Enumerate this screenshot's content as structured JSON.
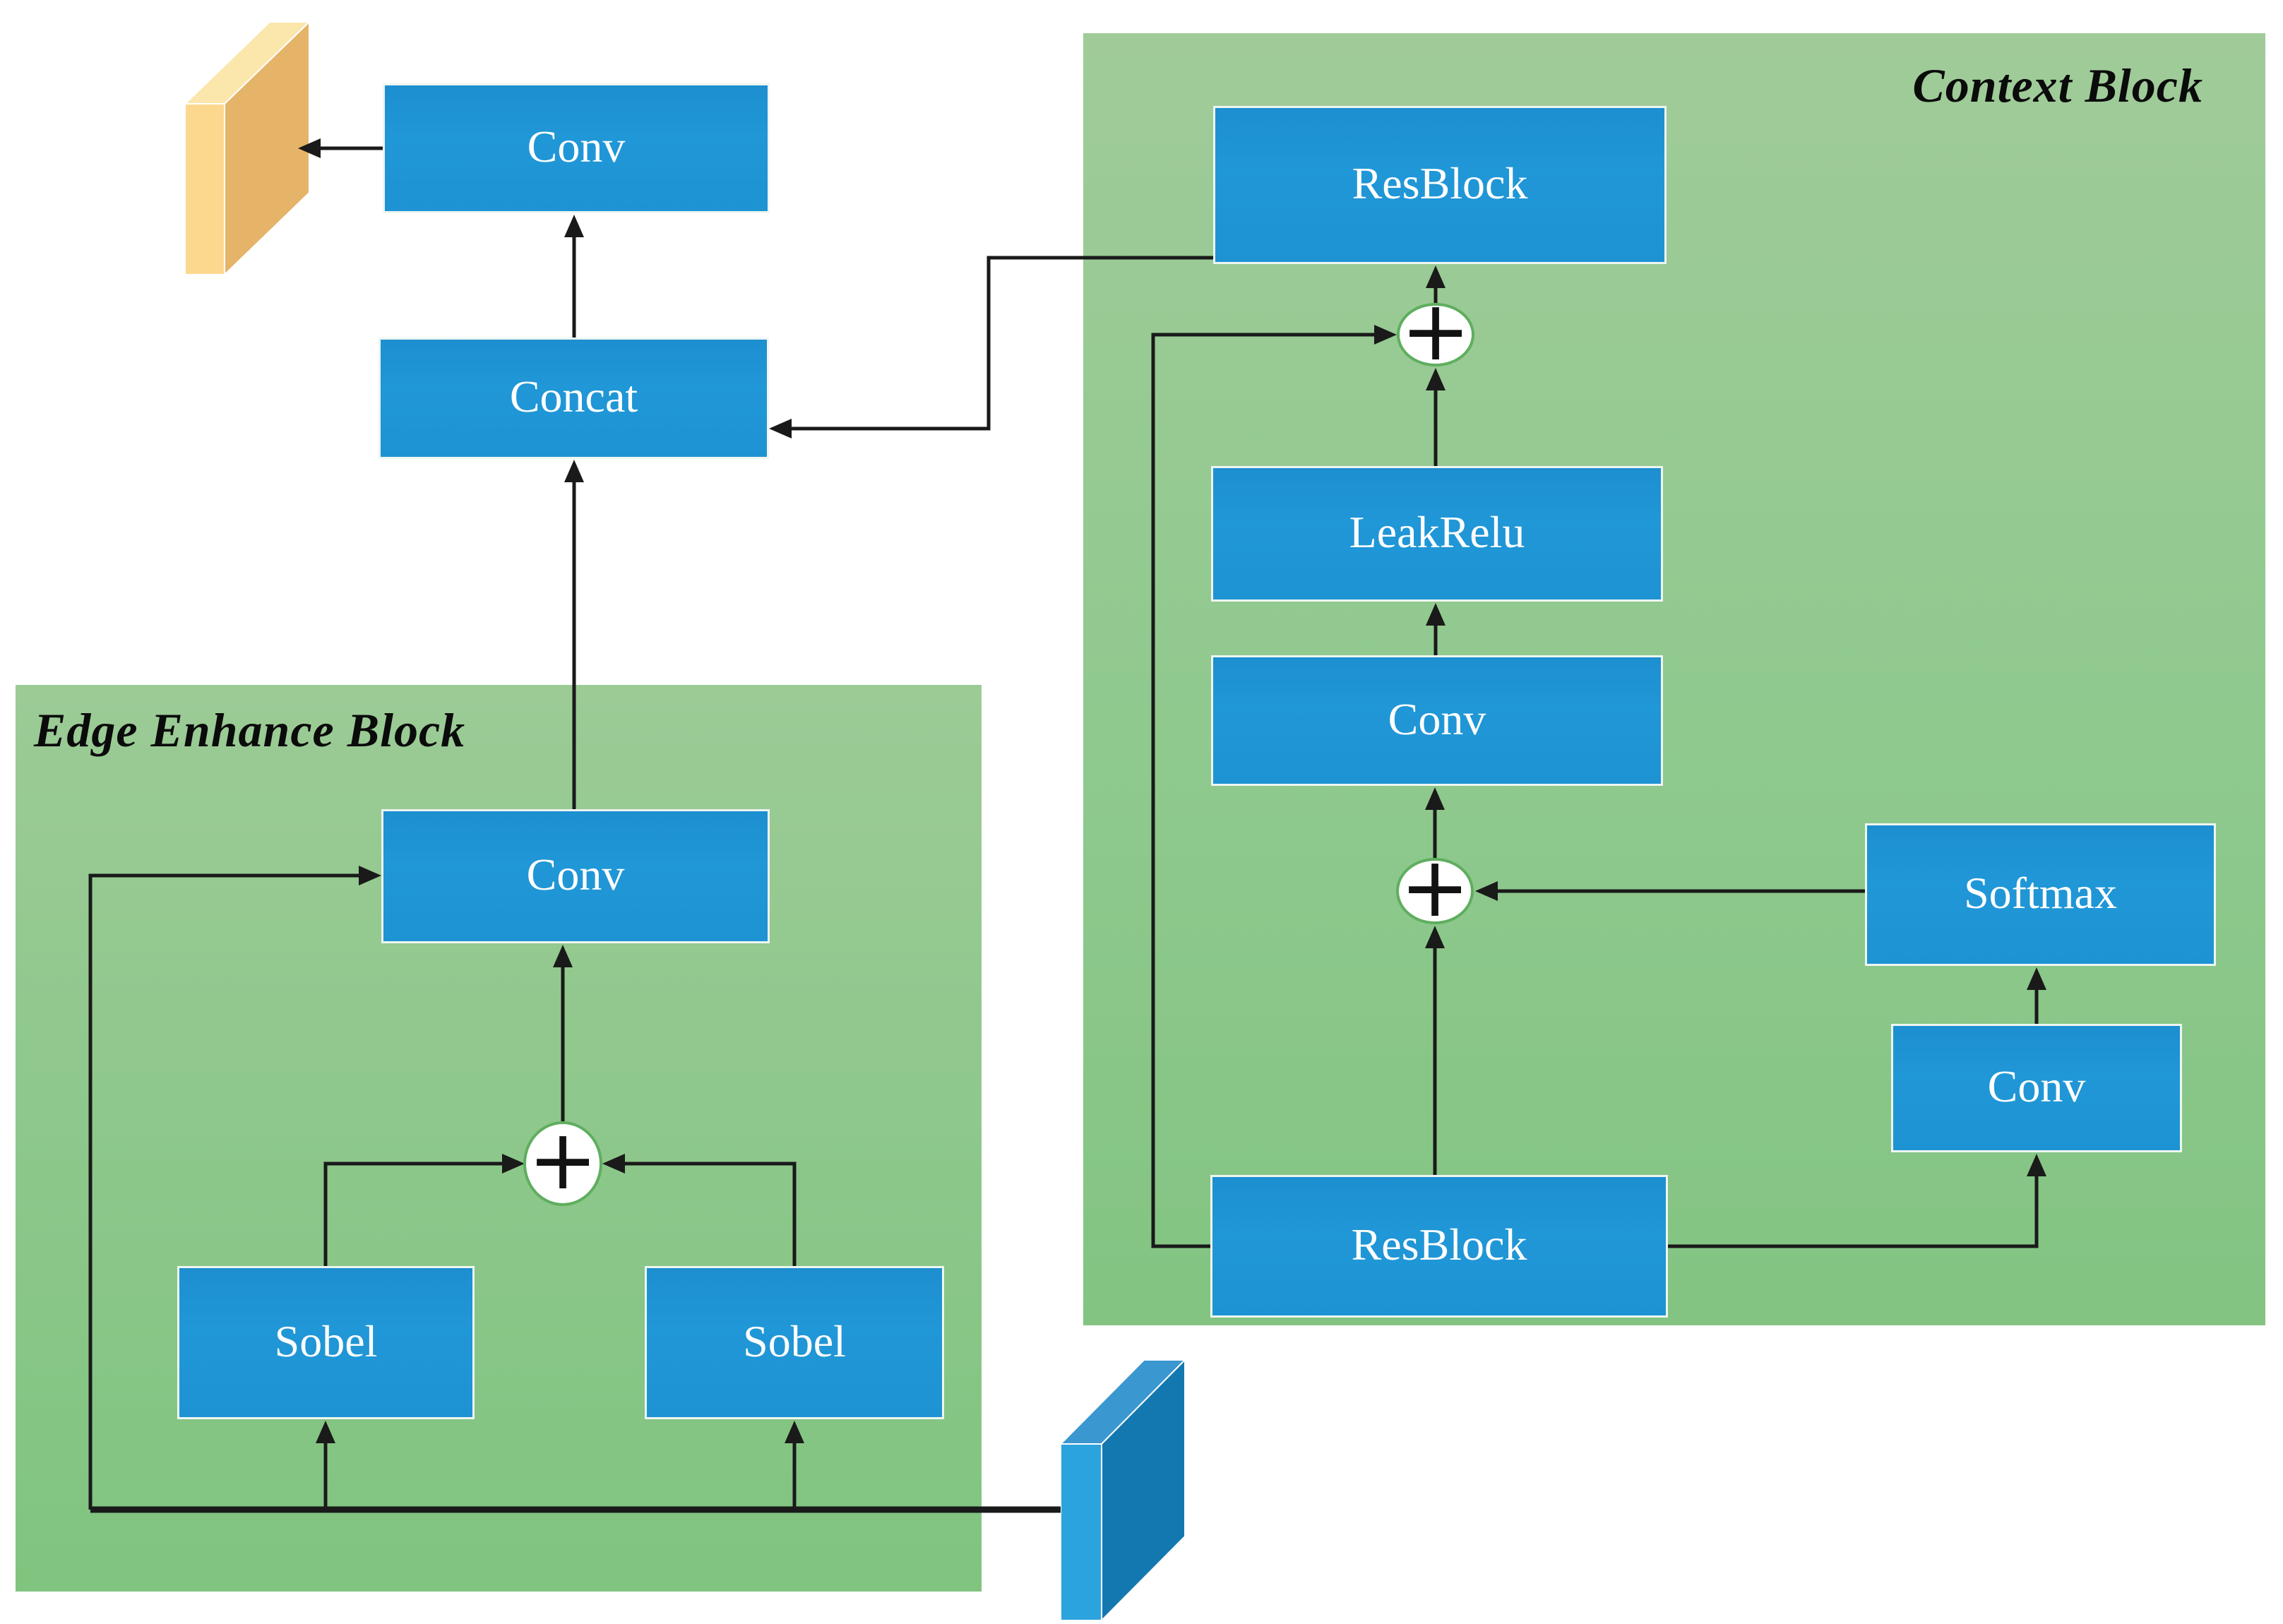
{
  "figure": {
    "kind": "neural-network architecture diagram",
    "background": "#ffffff"
  },
  "blocks": {
    "edge_enhance": {
      "title": "Edge Enhance Block"
    },
    "context": {
      "title": "Context Block"
    }
  },
  "nodes": {
    "conv_top": {
      "label": "Conv"
    },
    "concat": {
      "label": "Concat"
    },
    "conv_edge": {
      "label": "Conv"
    },
    "sobel_left": {
      "label": "Sobel"
    },
    "sobel_right": {
      "label": "Sobel"
    },
    "resblock_top": {
      "label": "ResBlock"
    },
    "leakrelu": {
      "label": "LeakRelu"
    },
    "conv_context": {
      "label": "Conv"
    },
    "resblock_bottom": {
      "label": "ResBlock"
    },
    "softmax": {
      "label": "Softmax"
    },
    "conv_attention": {
      "label": "Conv"
    }
  },
  "operators": {
    "add": "+"
  },
  "edges": [
    {
      "from": "input-tensor",
      "to": "sobel_left"
    },
    {
      "from": "input-tensor",
      "to": "sobel_right"
    },
    {
      "from": "input-tensor",
      "to": "conv_edge"
    },
    {
      "from": "sobel_left",
      "to": "add_edge"
    },
    {
      "from": "sobel_right",
      "to": "add_edge"
    },
    {
      "from": "add_edge",
      "to": "conv_edge"
    },
    {
      "from": "conv_edge",
      "to": "concat"
    },
    {
      "from": "resblock_bottom",
      "to": "add_mid"
    },
    {
      "from": "resblock_bottom",
      "to": "conv_attention"
    },
    {
      "from": "conv_attention",
      "to": "softmax"
    },
    {
      "from": "softmax",
      "to": "add_mid"
    },
    {
      "from": "add_mid",
      "to": "conv_context"
    },
    {
      "from": "conv_context",
      "to": "leakrelu"
    },
    {
      "from": "leakrelu",
      "to": "add_top"
    },
    {
      "from": "resblock_bottom",
      "to": "add_top"
    },
    {
      "from": "add_top",
      "to": "resblock_top"
    },
    {
      "from": "resblock_top",
      "to": "concat"
    },
    {
      "from": "concat",
      "to": "conv_top"
    },
    {
      "from": "conv_top",
      "to": "output-tensor"
    }
  ],
  "palette": {
    "panel_green": "#8fc98e",
    "node_blue": "#1e95d4",
    "node_border": "#eef6f1",
    "node_text": "#ffffff",
    "wire_black": "#1a1a1a",
    "add_circle_fill": "#ffffff",
    "add_circle_border": "#5fae5f",
    "output_slab_front": "#fcd88f",
    "output_slab_top": "#fbe6ac",
    "output_slab_side": "#e5b469",
    "input_slab_front": "#2ba4de",
    "input_slab_top": "#3a97cf",
    "input_slab_side": "#1478b0",
    "title_text": "#0b0b0b"
  }
}
